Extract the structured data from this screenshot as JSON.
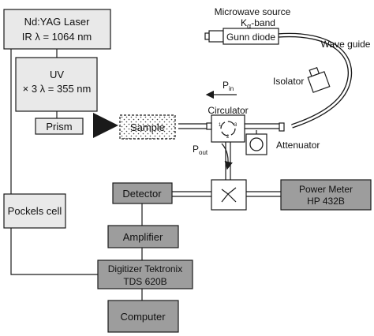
{
  "diagram": {
    "colors": {
      "light_box": "#e9e9e9",
      "dark_box": "#9d9d9d",
      "line": "#1a1a1a",
      "text": "#111111"
    },
    "laser": {
      "line1": "Nd:YAG Laser",
      "line2": "IR λ = 1064 nm"
    },
    "uv": {
      "line1": "UV",
      "line2": "× 3 λ = 355 nm"
    },
    "prism": "Prism",
    "sample": "Sample",
    "pockels": "Pockels cell",
    "microwave": {
      "title": "Microwave source",
      "band_k": "K",
      "band_sub": "α",
      "band_rest": "-band"
    },
    "gunn": "Gunn diode",
    "waveguide": "Wave guide",
    "isolator": "Isolator",
    "pin": {
      "main": "P",
      "sub": "in"
    },
    "circulator": "Circulator",
    "attenuator": "Attenuator",
    "pout": {
      "main": "P",
      "sub": "out"
    },
    "detector": "Detector",
    "power_meter": {
      "line1": "Power Meter",
      "line2": "HP 432B"
    },
    "amplifier": "Amplifier",
    "digitizer": {
      "line1": "Digitizer Tektronix",
      "line2": "TDS 620B"
    },
    "computer": "Computer",
    "circulator_ports": [
      "1",
      "2",
      "3"
    ]
  }
}
